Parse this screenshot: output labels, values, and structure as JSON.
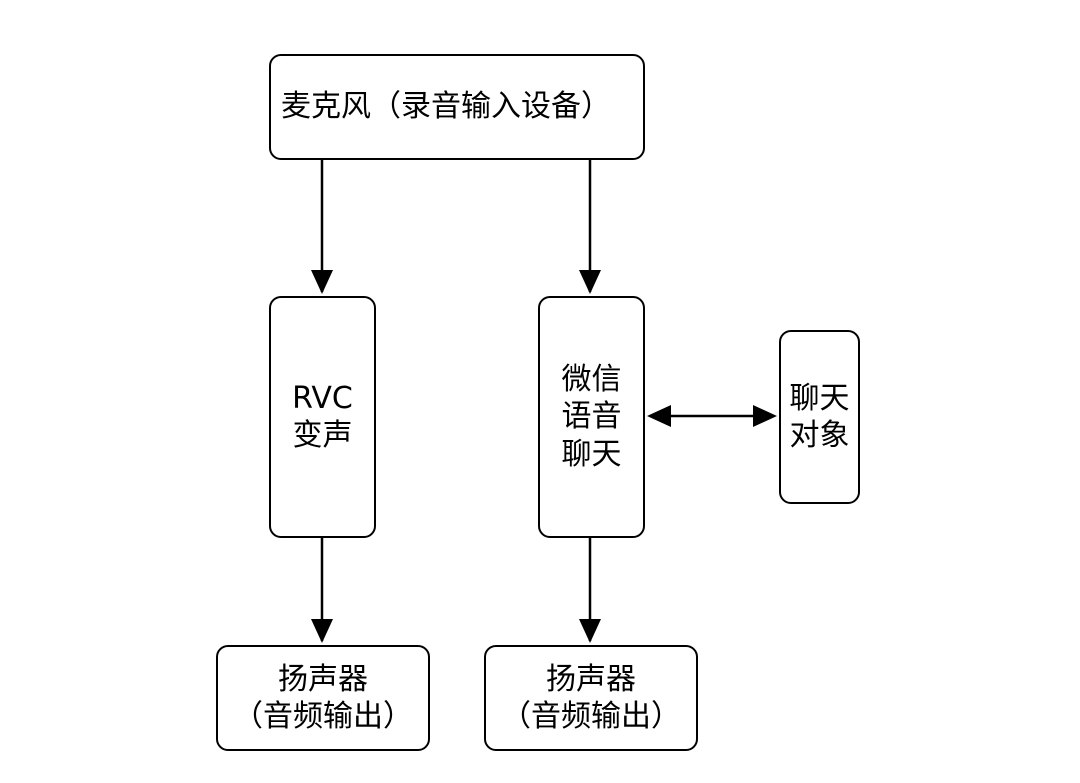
{
  "diagram": {
    "nodes": {
      "mic": "麦克风（录音输入设备）",
      "rvc": "RVC\n变声",
      "wechat": "微信\n语音\n聊天",
      "partner": "聊天\n对象",
      "speaker_left": "扬声器\n（音频输出）",
      "speaker_right": "扬声器\n（音频输出）"
    },
    "edges": [
      {
        "from": "mic",
        "to": "rvc",
        "direction": "forward"
      },
      {
        "from": "mic",
        "to": "wechat",
        "direction": "forward"
      },
      {
        "from": "rvc",
        "to": "speaker_left",
        "direction": "forward"
      },
      {
        "from": "wechat",
        "to": "speaker_right",
        "direction": "forward"
      },
      {
        "from": "wechat",
        "to": "partner",
        "direction": "both"
      }
    ],
    "line_color": "#000000"
  }
}
